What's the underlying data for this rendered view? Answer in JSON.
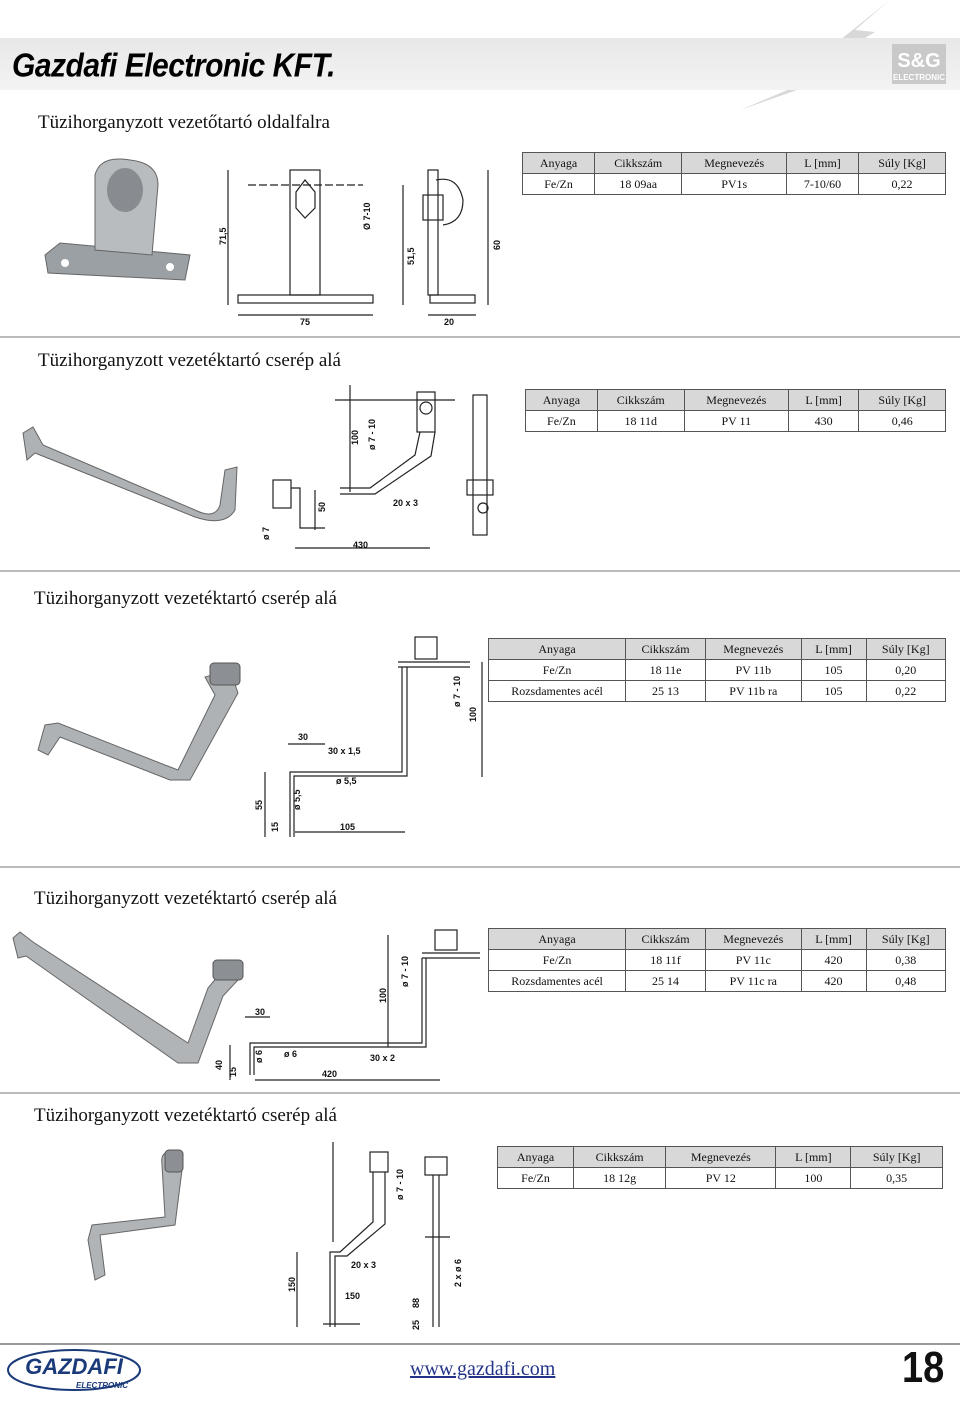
{
  "header": {
    "company": "Gazdafi Electronic KFT.",
    "logo_text_top": "S&G",
    "logo_text_bottom": "ELECTRONIC"
  },
  "table_headers": [
    "Anyaga",
    "Cikkszám",
    "Megnevezés",
    "L [mm]",
    "Súly [Kg]"
  ],
  "sections": [
    {
      "title": "Tüzihorganyzott vezetőtartó oldalfalra",
      "rows": [
        [
          "Fe/Zn",
          "18 09aa",
          "PV1s",
          "7-10/60",
          "0,22"
        ]
      ],
      "dims": [
        "71,5",
        "Ø 7-10",
        "51,5",
        "60",
        "75",
        "20"
      ]
    },
    {
      "title": "Tüzihorganyzott vezetéktartó cserép alá",
      "rows": [
        [
          "Fe/Zn",
          "18 11d",
          "PV 11",
          "430",
          "0,46"
        ]
      ],
      "dims": [
        "100",
        "ø 7 - 10",
        "50",
        "20 x 3",
        "ø 7",
        "430"
      ]
    },
    {
      "title": "Tüzihorganyzott vezetéktartó cserép alá",
      "rows": [
        [
          "Fe/Zn",
          "18 11e",
          "PV 11b",
          "105",
          "0,20"
        ],
        [
          "Rozsdamentes acél",
          "25 13",
          "PV 11b ra",
          "105",
          "0,22"
        ]
      ],
      "dims": [
        "ø 7 - 10",
        "100",
        "30",
        "30 x 1,5",
        "ø 5,5",
        "55",
        "ø 5,5",
        "15",
        "105"
      ]
    },
    {
      "title": "Tüzihorganyzott  vezetéktartó cserép alá",
      "rows": [
        [
          "Fe/Zn",
          "18 11f",
          "PV 11c",
          "420",
          "0,38"
        ],
        [
          "Rozsdamentes acél",
          "25 14",
          "PV 11c ra",
          "420",
          "0,48"
        ]
      ],
      "dims": [
        "ø 7 - 10",
        "100",
        "30",
        "40",
        "15",
        "ø 6",
        "ø 6",
        "30 x 2",
        "420"
      ]
    },
    {
      "title": "Tüzihorganyzott vezetéktartó cserép alá",
      "rows": [
        [
          "Fe/Zn",
          "18 12g",
          "PV 12",
          "100",
          "0,35"
        ]
      ],
      "dims": [
        "ø 7 - 10",
        "20 x 3",
        "150",
        "150",
        "2 x ø 6",
        "25",
        "88"
      ]
    }
  ],
  "footer": {
    "logo_main": "GAZDAFI",
    "logo_sub": "ELECTRONIC",
    "url": "www.gazdafi.com",
    "page": "18"
  },
  "colors": {
    "header_bg": "#ececec",
    "table_header_bg": "#d8d8d8",
    "link": "#223388"
  }
}
